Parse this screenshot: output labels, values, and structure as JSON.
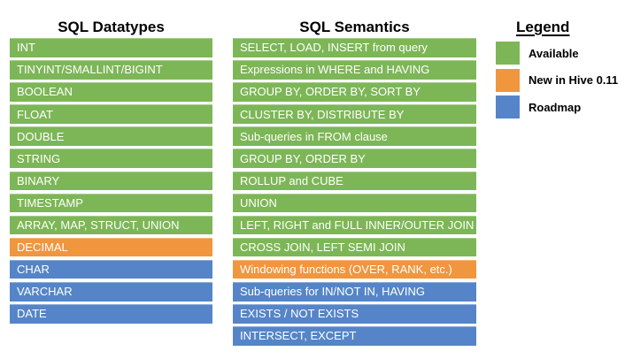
{
  "colors": {
    "available": "#7DB657",
    "new_in_hive": "#F0963F",
    "roadmap": "#5585C8",
    "row_text": "#FFFFFF",
    "title_text": "#000000",
    "background": "#FFFFFF"
  },
  "columns": [
    {
      "title": "SQL Datatypes",
      "rows": [
        {
          "label": "INT",
          "status": "available"
        },
        {
          "label": "TINYINT/SMALLINT/BIGINT",
          "status": "available"
        },
        {
          "label": "BOOLEAN",
          "status": "available"
        },
        {
          "label": "FLOAT",
          "status": "available"
        },
        {
          "label": "DOUBLE",
          "status": "available"
        },
        {
          "label": "STRING",
          "status": "available"
        },
        {
          "label": "BINARY",
          "status": "available"
        },
        {
          "label": "TIMESTAMP",
          "status": "available"
        },
        {
          "label": "ARRAY, MAP, STRUCT, UNION",
          "status": "available"
        },
        {
          "label": "DECIMAL",
          "status": "new_in_hive"
        },
        {
          "label": "CHAR",
          "status": "roadmap"
        },
        {
          "label": "VARCHAR",
          "status": "roadmap"
        },
        {
          "label": "DATE",
          "status": "roadmap"
        }
      ]
    },
    {
      "title": "SQL Semantics",
      "rows": [
        {
          "label": "SELECT, LOAD, INSERT from query",
          "status": "available"
        },
        {
          "label": "Expressions in WHERE and HAVING",
          "status": "available"
        },
        {
          "label": "GROUP BY, ORDER BY, SORT BY",
          "status": "available"
        },
        {
          "label": "CLUSTER BY, DISTRIBUTE BY",
          "status": "available"
        },
        {
          "label": "Sub-queries in FROM clause",
          "status": "available"
        },
        {
          "label": "GROUP BY, ORDER BY",
          "status": "available"
        },
        {
          "label": "ROLLUP and CUBE",
          "status": "available"
        },
        {
          "label": "UNION",
          "status": "available"
        },
        {
          "label": "LEFT, RIGHT and FULL INNER/OUTER JOIN",
          "status": "available"
        },
        {
          "label": "CROSS JOIN, LEFT SEMI JOIN",
          "status": "available"
        },
        {
          "label": "Windowing functions (OVER, RANK, etc.)",
          "status": "new_in_hive"
        },
        {
          "label": "Sub-queries for IN/NOT IN, HAVING",
          "status": "roadmap"
        },
        {
          "label": "EXISTS / NOT EXISTS",
          "status": "roadmap"
        },
        {
          "label": "INTERSECT, EXCEPT",
          "status": "roadmap"
        }
      ]
    }
  ],
  "legend": {
    "title": "Legend",
    "items": [
      {
        "label": "Available",
        "status": "available"
      },
      {
        "label": "New in Hive 0.11",
        "status": "new_in_hive"
      },
      {
        "label": "Roadmap",
        "status": "roadmap"
      }
    ]
  }
}
